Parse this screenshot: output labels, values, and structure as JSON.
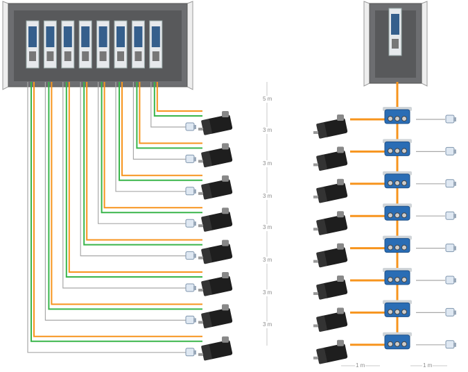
{
  "colors": {
    "orange": "#f7941d",
    "green": "#39b54a",
    "gray": "#a8a8a8",
    "cabinet": "#6d6e71",
    "module_blue": "#2a6db5",
    "motor": "#1e1e1e"
  },
  "left_system": {
    "drive_count": 8,
    "motor_count": 8
  },
  "right_system": {
    "controller_count": 1,
    "distributed_drive_count": 8,
    "motor_count": 8
  },
  "icons": {
    "motor": "servo-motor-icon",
    "encoder": "encoder-icon",
    "drive": "drive-module-icon",
    "cabinet": "control-cabinet-icon"
  },
  "dimensions": {
    "vertical": [
      "5 m",
      "3 m",
      "3 m",
      "3 m",
      "3 m",
      "3 m",
      "3 m",
      "3 m"
    ],
    "horizontal": [
      "1 m",
      "1 m"
    ]
  }
}
